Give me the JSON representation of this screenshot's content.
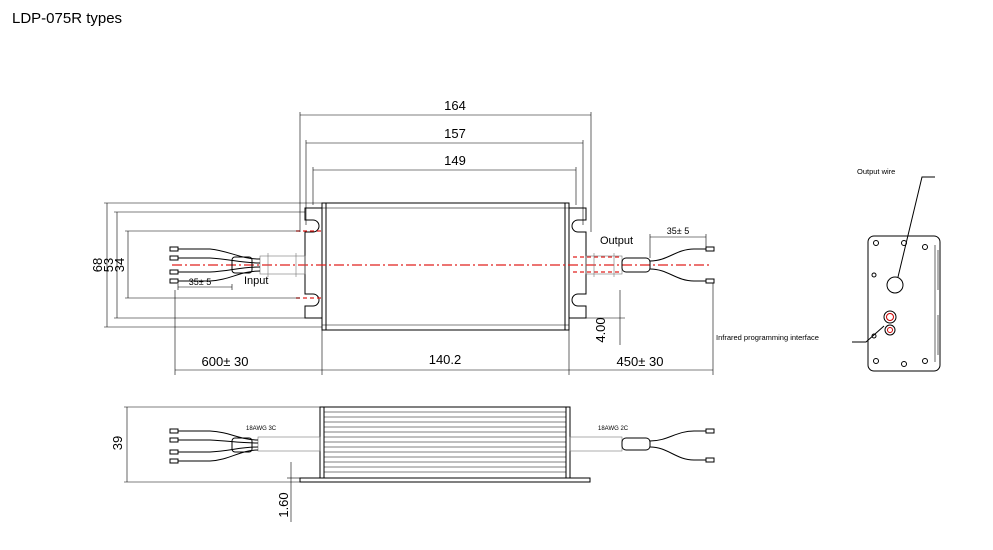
{
  "title": "LDP-075R types",
  "dimensions": {
    "d164": "164",
    "d157": "157",
    "d149": "149",
    "d68": "68",
    "d53": "53",
    "d34": "34",
    "d35a": "35± 5",
    "d35b": "35± 5",
    "d600": "600± 30",
    "d140": "140.2",
    "d450": "450± 30",
    "d400": "4.00",
    "d39": "39",
    "d160": "1.60"
  },
  "labels": {
    "input": "Input",
    "output": "Output",
    "awg_in": "18AWG 3C",
    "awg_out": "18AWG 2C",
    "output_wire": "Output wire",
    "ir": "Infrared programming interface"
  }
}
